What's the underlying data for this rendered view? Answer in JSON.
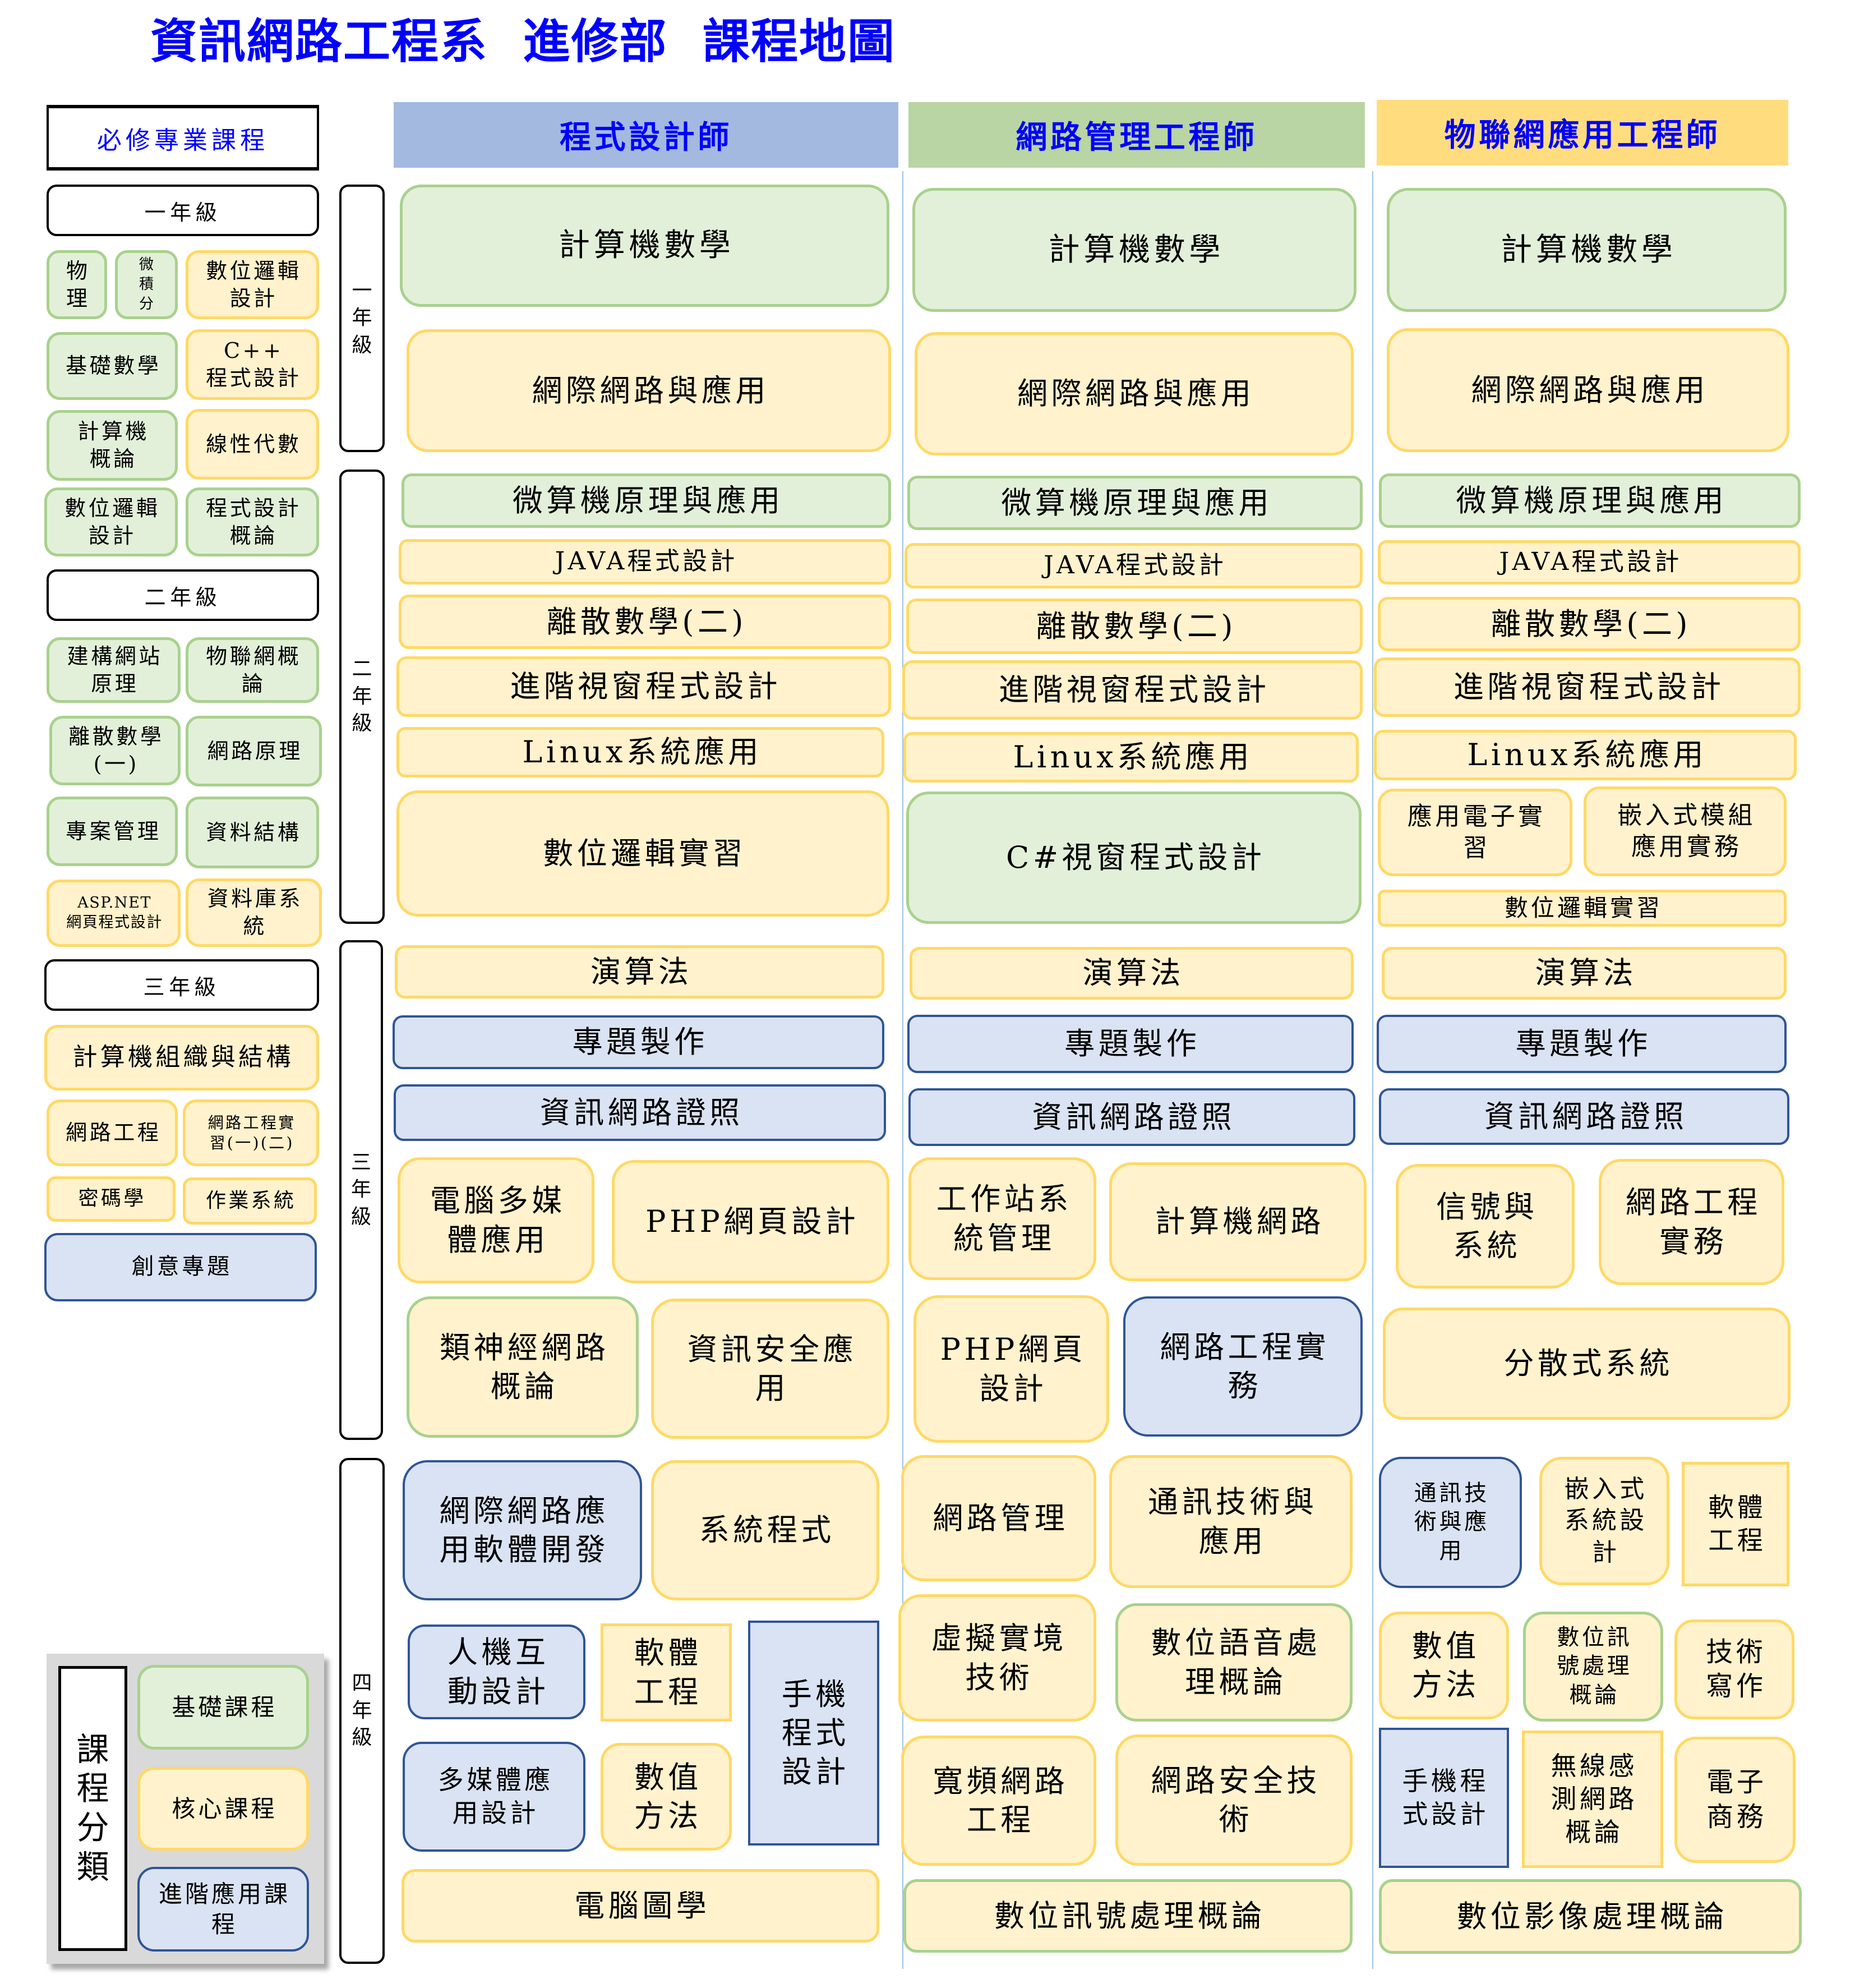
{
  "title": "資訊網路工程系  進修部  課程地圖",
  "colors": {
    "title_color": "#0000FF",
    "basic_fill": "#E2F0D9",
    "basic_border": "#A9D18E",
    "core_fill": "#FFF2CC",
    "core_border": "#FFD966",
    "advanced_fill": "#DAE3F3",
    "advanced_border": "#2F5597",
    "track0_header": "#A3B9E0",
    "track1_header": "#B8D5A3",
    "track2_header": "#FFDD7F",
    "separator": "#9DC3E6",
    "legend_bg": "#D9D9D9"
  },
  "required": {
    "heading": "必修專業課程",
    "years": [
      {
        "label": "一年級",
        "courses": [
          {
            "label": "物\n理",
            "category": "basic"
          },
          {
            "label": "微\n積\n分",
            "category": "basic"
          },
          {
            "label": "數位邏輯\n設計",
            "category": "core"
          },
          {
            "label": "基礎數學",
            "category": "basic"
          },
          {
            "label": "C++\n程式設計",
            "category": "core"
          },
          {
            "label": "計算機\n概論",
            "category": "basic"
          },
          {
            "label": "線性代數",
            "category": "core"
          },
          {
            "label": "數位邏輯\n設計",
            "category": "basic"
          },
          {
            "label": "程式設計\n概論",
            "category": "basic"
          }
        ]
      },
      {
        "label": "二年級",
        "courses": [
          {
            "label": "建構網站\n原理",
            "category": "basic"
          },
          {
            "label": "物聯網概\n論",
            "category": "basic"
          },
          {
            "label": "離散數學\n(一)",
            "category": "basic"
          },
          {
            "label": "網路原理",
            "category": "basic"
          },
          {
            "label": "專案管理",
            "category": "basic"
          },
          {
            "label": "資料結構",
            "category": "basic"
          },
          {
            "label": "ASP.NET\n網頁程式設計",
            "category": "core"
          },
          {
            "label": "資料庫系\n統",
            "category": "core"
          }
        ]
      },
      {
        "label": "三年級",
        "courses": [
          {
            "label": "計算機組織與結構",
            "category": "core"
          },
          {
            "label": "網路工程",
            "category": "core"
          },
          {
            "label": "網路工程實\n習(一)(二)",
            "category": "core"
          },
          {
            "label": "密碼學",
            "category": "core"
          },
          {
            "label": "作業系統",
            "category": "core"
          },
          {
            "label": "創意專題",
            "category": "advanced"
          }
        ]
      }
    ]
  },
  "year_labels": [
    "一\n年\n級",
    "二\n年\n級",
    "三\n年\n級",
    "四\n年\n級"
  ],
  "tracks": [
    {
      "name": "程式設計師",
      "years": [
        [
          {
            "label": "計算機數學",
            "category": "basic"
          },
          {
            "label": "網際網路與應用",
            "category": "core"
          }
        ],
        [
          {
            "label": "微算機原理與應用",
            "category": "basic"
          },
          {
            "label": "JAVA程式設計",
            "category": "core"
          },
          {
            "label": "離散數學(二)",
            "category": "core"
          },
          {
            "label": "進階視窗程式設計",
            "category": "core"
          },
          {
            "label": "Linux系統應用",
            "category": "core"
          },
          {
            "label": "數位邏輯實習",
            "category": "core"
          }
        ],
        [
          {
            "label": "演算法",
            "category": "core"
          },
          {
            "label": "專題製作",
            "category": "advanced"
          },
          {
            "label": "資訊網路證照",
            "category": "advanced"
          },
          {
            "label": "電腦多媒\n體應用",
            "category": "core"
          },
          {
            "label": "PHP網頁設計",
            "category": "core"
          },
          {
            "label": "類神經網路\n概論",
            "category": "core"
          },
          {
            "label": "資訊安全應\n用",
            "category": "core"
          }
        ],
        [
          {
            "label": "網際網路應\n用軟體開發",
            "category": "advanced"
          },
          {
            "label": "系統程式",
            "category": "core"
          },
          {
            "label": "人機互\n動設計",
            "category": "advanced"
          },
          {
            "label": "軟體\n工程",
            "category": "core"
          },
          {
            "label": "手機\n程式\n設計",
            "category": "advanced"
          },
          {
            "label": "多媒體應\n用設計",
            "category": "advanced"
          },
          {
            "label": "數值\n方法",
            "category": "core"
          },
          {
            "label": "電腦圖學",
            "category": "core"
          }
        ]
      ]
    },
    {
      "name": "網路管理工程師",
      "years": [
        [
          {
            "label": "計算機數學",
            "category": "basic"
          },
          {
            "label": "網際網路與應用",
            "category": "core"
          }
        ],
        [
          {
            "label": "微算機原理與應用",
            "category": "basic"
          },
          {
            "label": "JAVA程式設計",
            "category": "core"
          },
          {
            "label": "離散數學(二)",
            "category": "core"
          },
          {
            "label": "進階視窗程式設計",
            "category": "core"
          },
          {
            "label": "Linux系統應用",
            "category": "core"
          },
          {
            "label": "C#視窗程式設計",
            "category": "basic"
          }
        ],
        [
          {
            "label": "演算法",
            "category": "core"
          },
          {
            "label": "專題製作",
            "category": "advanced"
          },
          {
            "label": "資訊網路證照",
            "category": "advanced"
          },
          {
            "label": "工作站系\n統管理",
            "category": "core"
          },
          {
            "label": "計算機網路",
            "category": "core"
          },
          {
            "label": "PHP網頁\n設計",
            "category": "core"
          },
          {
            "label": "網路工程實\n務",
            "category": "advanced"
          }
        ],
        [
          {
            "label": "網路管理",
            "category": "core"
          },
          {
            "label": "通訊技術與\n應用",
            "category": "core"
          },
          {
            "label": "虛擬實境\n技術",
            "category": "core"
          },
          {
            "label": "數位語音處\n理概論",
            "category": "core"
          },
          {
            "label": "寬頻網路\n工程",
            "category": "core"
          },
          {
            "label": "網路安全技\n術",
            "category": "core"
          },
          {
            "label": "數位訊號處理概論",
            "category": "core"
          }
        ]
      ]
    },
    {
      "name": "物聯網應用工程師",
      "years": [
        [
          {
            "label": "計算機數學",
            "category": "basic"
          },
          {
            "label": "網際網路與應用",
            "category": "core"
          }
        ],
        [
          {
            "label": "微算機原理與應用",
            "category": "basic"
          },
          {
            "label": "JAVA程式設計",
            "category": "core"
          },
          {
            "label": "離散數學(二)",
            "category": "core"
          },
          {
            "label": "進階視窗程式設計",
            "category": "core"
          },
          {
            "label": "Linux系統應用",
            "category": "core"
          },
          {
            "label": "應用電子實\n習",
            "category": "core"
          },
          {
            "label": "嵌入式模組\n應用實務",
            "category": "core"
          },
          {
            "label": "數位邏輯實習",
            "category": "core"
          }
        ],
        [
          {
            "label": "演算法",
            "category": "core"
          },
          {
            "label": "專題製作",
            "category": "advanced"
          },
          {
            "label": "資訊網路證照",
            "category": "advanced"
          },
          {
            "label": "信號與\n系統",
            "category": "core"
          },
          {
            "label": "網路工程\n實務",
            "category": "core"
          },
          {
            "label": "分散式系統",
            "category": "core"
          }
        ],
        [
          {
            "label": "通訊技\n術與應\n用",
            "category": "advanced"
          },
          {
            "label": "嵌入式\n系統設\n計",
            "category": "core"
          },
          {
            "label": "軟體\n工程",
            "category": "core"
          },
          {
            "label": "數值\n方法",
            "category": "core"
          },
          {
            "label": "數位訊\n號處理\n概論",
            "category": "core"
          },
          {
            "label": "技術\n寫作",
            "category": "core"
          },
          {
            "label": "手機程\n式設計",
            "category": "advanced"
          },
          {
            "label": "無線感\n測網路\n概論",
            "category": "core"
          },
          {
            "label": "電子\n商務",
            "category": "core"
          },
          {
            "label": "數位影像處理概論",
            "category": "core"
          }
        ]
      ]
    }
  ],
  "legend": {
    "title": "課\n程\n分\n類",
    "items": [
      {
        "label": "基礎課程",
        "category": "basic"
      },
      {
        "label": "核心課程",
        "category": "core"
      },
      {
        "label": "進階應用課\n程",
        "category": "advanced"
      }
    ]
  }
}
